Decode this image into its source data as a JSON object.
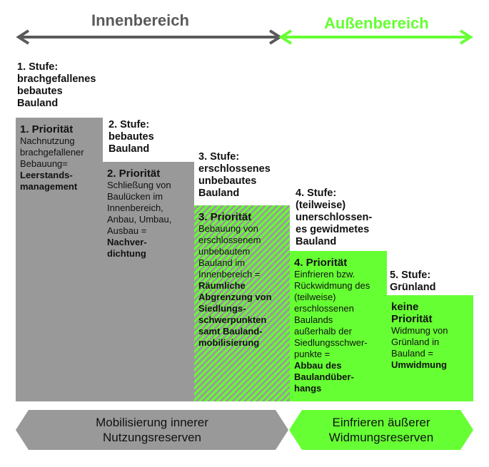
{
  "header": {
    "inner_label": "Innenbereich",
    "outer_label": "Außenbereich",
    "inner_color": "#5a5a5a",
    "outer_color": "#66ff33"
  },
  "stages": [
    {
      "label_lines": [
        "1. Stufe:",
        "brachgefallenes",
        "bebautes",
        "Bauland"
      ]
    },
    {
      "label_lines": [
        "2. Stufe:",
        "bebautes",
        "Bauland"
      ]
    },
    {
      "label_lines": [
        "3. Stufe:",
        "erschlossenes",
        "unbebautes",
        "Bauland"
      ]
    },
    {
      "label_lines": [
        "4. Stufe:",
        "(teilweise)",
        "unerschlossen-",
        "es gewidmetes",
        "Bauland"
      ]
    },
    {
      "label_lines": [
        "5. Stufe:",
        "Grünland"
      ]
    }
  ],
  "priorities": [
    {
      "title": "1. Priorität",
      "text_lines": [
        "Nachnutzung",
        "brachgefallener",
        "Bebauung="
      ],
      "bold_lines": [
        "Leerstands-",
        "management"
      ]
    },
    {
      "title": "2. Priorität",
      "text_lines": [
        "Schließung von",
        "Baulücken im",
        "Innenbereich,",
        "Anbau, Umbau,",
        "Ausbau ="
      ],
      "bold_lines": [
        "Nachver-",
        "dichtung"
      ]
    },
    {
      "title": "3. Priorität",
      "text_lines": [
        "Bebauung von",
        "erschlossenem",
        "unbebautem",
        "Bauland im",
        "Innenbereich ="
      ],
      "bold_lines": [
        "Räumliche",
        "Abgrenzung von",
        "Siedlungs-",
        "schwerpunkten",
        "samt Bauland-",
        "mobilisierung"
      ]
    },
    {
      "title": "4. Priorität",
      "text_lines": [
        "Einfrieren bzw.",
        "Rückwidmung des",
        "(teilweise)",
        "erschlossenen",
        "Baulands",
        "außerhalb der",
        "Siedlungsschwer-",
        "punkte ="
      ],
      "bold_lines": [
        "Abbau des",
        "Baulandüber-",
        "hangs"
      ]
    },
    {
      "title_lines": [
        "keine",
        "Priorität"
      ],
      "text_lines": [
        "Widmung von",
        "Grünland in",
        "Bauland ="
      ],
      "bold_lines": [
        "Umwidmung"
      ]
    }
  ],
  "footer": {
    "inner_lines": [
      "Mobilisierung innerer",
      "Nutzungsreserven"
    ],
    "outer_lines": [
      "Einfrieren äußerer",
      "Widmungsreserven"
    ]
  }
}
